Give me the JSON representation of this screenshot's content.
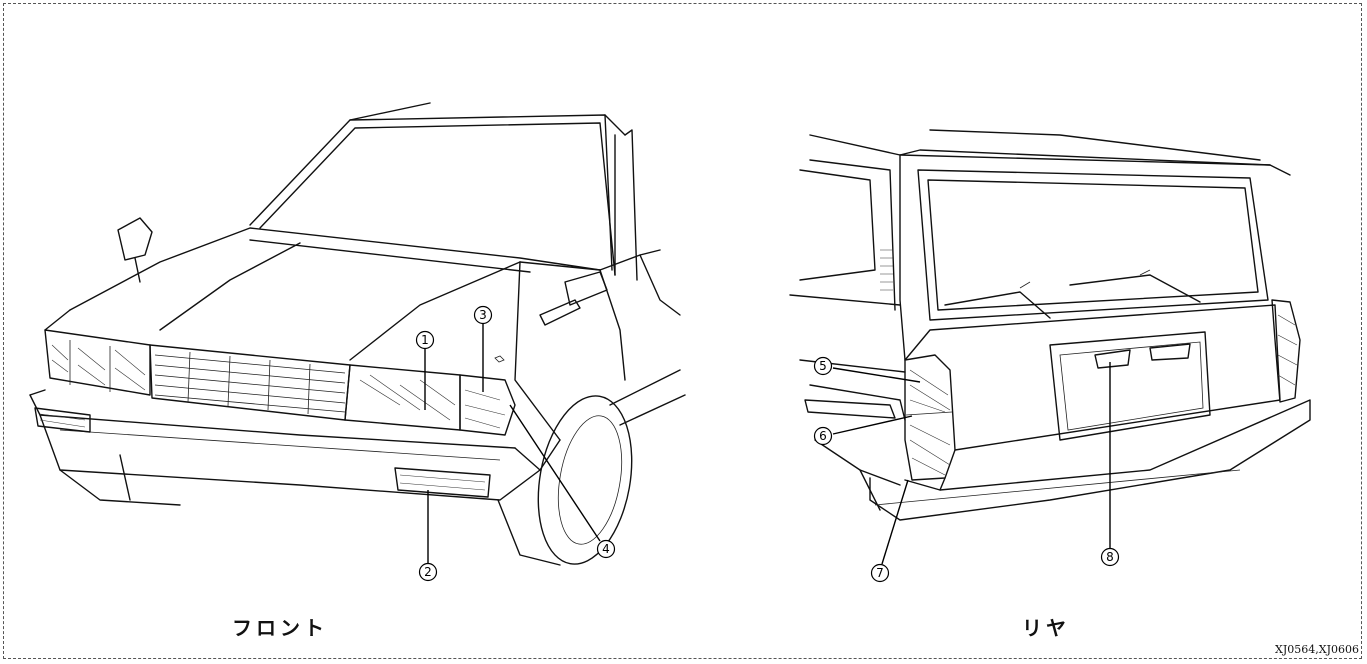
{
  "captions": {
    "front": "フロント",
    "rear": "リヤ"
  },
  "figure_code": "XJ0564,XJ0606",
  "callouts": [
    {
      "id": "1",
      "label": "①"
    },
    {
      "id": "2",
      "label": "②"
    },
    {
      "id": "3",
      "label": "③"
    },
    {
      "id": "4",
      "label": "④"
    },
    {
      "id": "5",
      "label": "⑤"
    },
    {
      "id": "6",
      "label": "⑥"
    },
    {
      "id": "7",
      "label": "⑦"
    },
    {
      "id": "8",
      "label": "⑧"
    }
  ]
}
